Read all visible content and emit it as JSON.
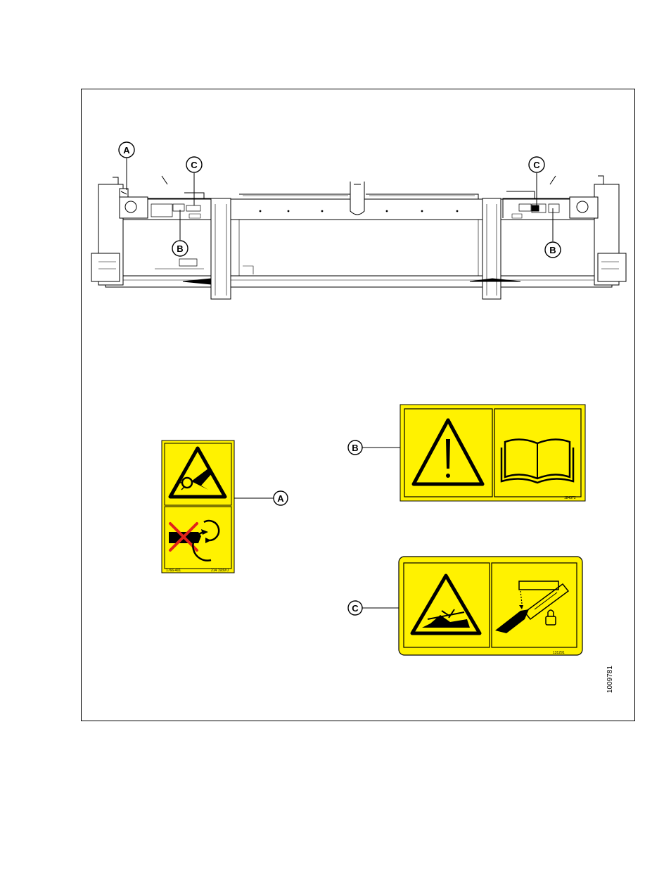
{
  "callouts": {
    "a": "A",
    "b": "B",
    "c": "C"
  },
  "decals": {
    "a_small_left": "1766-401",
    "a_small_right": "214 1939 0",
    "b_part": "184372",
    "c_part": "131291"
  },
  "figure_id": "1009781",
  "colors": {
    "decal_yellow": "#FFF200",
    "outline": "#000000",
    "warning_red": "#E2231A"
  }
}
